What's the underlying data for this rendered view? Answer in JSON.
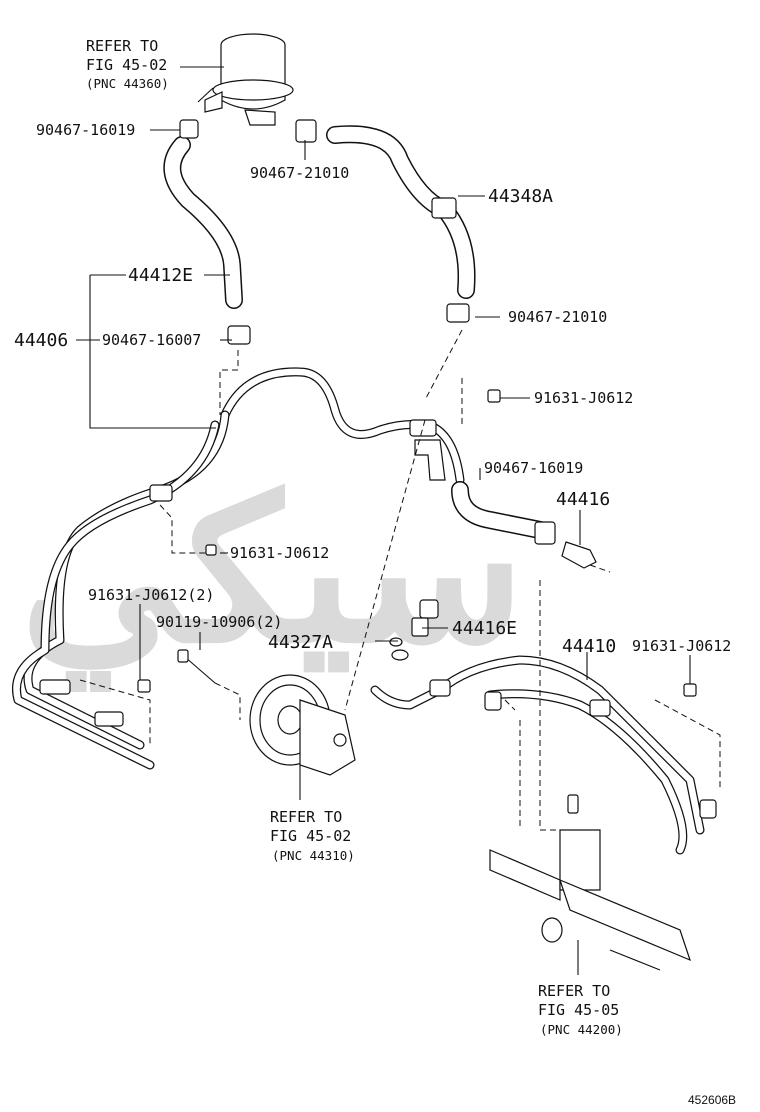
{
  "diagram": {
    "watermark": "ﺳﻴﻜﻲ",
    "diagram_id": "452606B",
    "refs": {
      "reservoir": [
        "REFER TO",
        "FIG 45-02",
        "(PNC 44360)"
      ],
      "pump": [
        "REFER TO",
        "FIG 45-02",
        "(PNC 44310)"
      ],
      "gear": [
        "REFER TO",
        "FIG 45-05",
        "(PNC 44200)"
      ]
    },
    "parts": {
      "clamp_90467_16019_top": "90467-16019",
      "clamp_90467_21010_top": "90467-21010",
      "hose_44348A": "44348A",
      "hose_44412E": "44412E",
      "assy_44406": "44406",
      "clamp_90467_16007": "90467-16007",
      "clamp_90467_21010_mid": "90467-21010",
      "bolt_91631_J0612_a": "91631-J0612",
      "clamp_90467_16019_mid": "90467-16019",
      "union_44416": "44416",
      "bolt_91631_J0612_b": "91631-J0612",
      "bolt_91631_J0612_2": "91631-J0612(2)",
      "bolt_90119_10906_2": "90119-10906(2)",
      "bolt_44416E": "44416E",
      "gasket_44327A": "44327A",
      "tube_44410": "44410",
      "bolt_91631_J0612_c": "91631-J0612"
    },
    "colors": {
      "line": "#111111",
      "watermark": "#bdbdbd",
      "background": "#ffffff"
    }
  }
}
